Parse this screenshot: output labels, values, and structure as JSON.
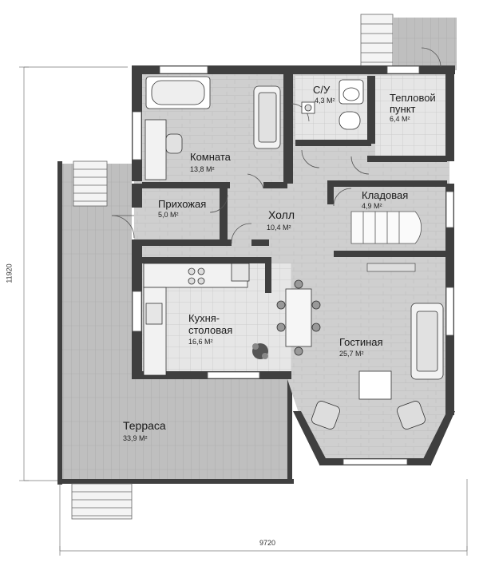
{
  "rooms": {
    "komnata": {
      "name": "Комната",
      "area": "13,8 М²"
    },
    "su": {
      "name": "С/У",
      "area": "4,3 М²"
    },
    "teplovoy": {
      "name_line1": "Тепловой",
      "name_line2": "пункт",
      "area": "6,4 М²"
    },
    "prikhozhaya": {
      "name": "Прихожая",
      "area": "5,0 М²"
    },
    "kholl": {
      "name": "Холл",
      "area": "10,4 М²"
    },
    "kladovaya": {
      "name": "Кладовая",
      "area": "4,9 М²"
    },
    "kukhnya": {
      "name_line1": "Кухня-",
      "name_line2": "столовая",
      "area": "16,6 М²"
    },
    "gostinaya": {
      "name": "Гостиная",
      "area": "25,7 М²"
    },
    "terrasa": {
      "name": "Терраса",
      "area": "33,9 М²"
    }
  },
  "dimensions": {
    "width": "9720",
    "height": "11920"
  },
  "colors": {
    "wall": "#3f3f3f",
    "floor_wood": "#c9c9c9",
    "floor_tile": "#e4e4e4",
    "terrace": "#bdbdbd"
  }
}
